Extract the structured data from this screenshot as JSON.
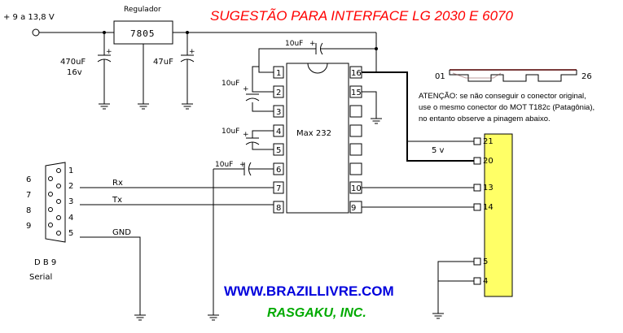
{
  "title": "SUGESTÃO PARA INTERFACE  LG 2030 E  6070",
  "supply_label": "+ 9 a 13,8 V",
  "regulator": {
    "caption": "Regulador",
    "part": "7805"
  },
  "caps": {
    "c_in_value": "470uF",
    "c_in_voltage": "16v",
    "c_out": "47uF",
    "c_top": "10uF",
    "c_12": "10uF",
    "c_45": "10uF",
    "c_6": "10uF",
    "plus": "+"
  },
  "ic": {
    "name": "Max 232",
    "left_pins": [
      "1",
      "2",
      "3",
      "4",
      "5",
      "6",
      "7",
      "8"
    ],
    "right_pins": [
      "16",
      "15",
      "",
      "",
      "",
      "",
      "10",
      "9"
    ]
  },
  "db9": {
    "pins": [
      "1",
      "2",
      "3",
      "4",
      "5",
      "6",
      "7",
      "8",
      "9"
    ],
    "name": "D B 9",
    "subtitle": "Serial"
  },
  "signals": {
    "rx": "Rx",
    "tx": "Tx",
    "gnd": "GND",
    "five_v": "5 v"
  },
  "connector": {
    "pins": [
      "21",
      "20",
      "13",
      "14",
      "5",
      "4"
    ],
    "ribbon_left": "01",
    "ribbon_right": "26"
  },
  "notice": [
    "ATENÇÃO: se não conseguir o conector original,",
    "use o mesmo conector do MOT T182c (Patagônia),",
    "no entanto observe a pinagem abaixo."
  ],
  "url": "WWW.BRAZILLIVRE.COM",
  "credit": "RASGAKU, INC."
}
